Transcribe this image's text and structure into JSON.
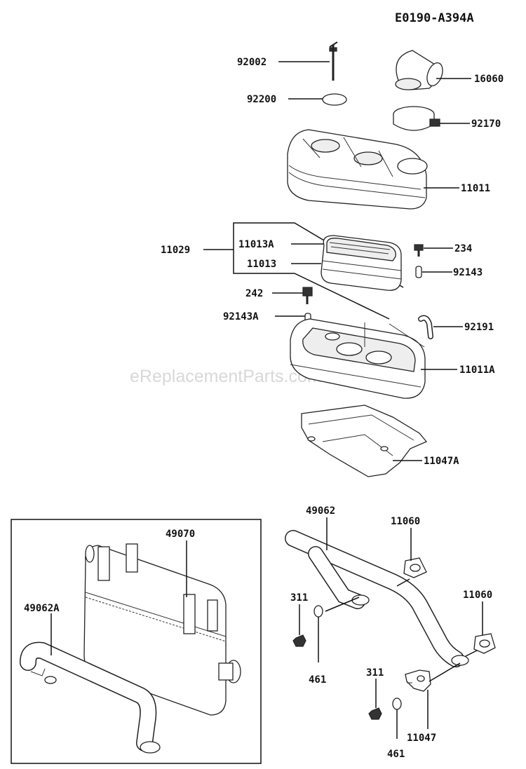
{
  "diagram_code": "E0190-A394A",
  "watermark": "eReplacementParts.com",
  "labels": {
    "p92002": "92002",
    "p92200": "92200",
    "p16060": "16060",
    "p92170": "92170",
    "p11011": "11011",
    "p11029": "11029",
    "p11013A": "11013A",
    "p11013": "11013",
    "p234": "234",
    "p92143": "92143",
    "p242": "242",
    "p92143A": "92143A",
    "p92191": "92191",
    "p11011A": "11011A",
    "p11047A": "11047A",
    "p49070": "49070",
    "p49062A": "49062A",
    "p49062": "49062",
    "p11060a": "11060",
    "p11060b": "11060",
    "p311a": "311",
    "p461a": "461",
    "p311b": "311",
    "p461b": "461",
    "p11047": "11047"
  }
}
